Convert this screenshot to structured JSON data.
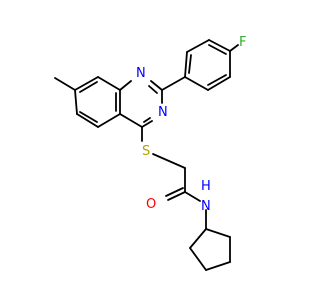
{
  "molecule": {
    "atoms": {
      "fluorine": "F",
      "nitrogen_top": "N",
      "nitrogen_mid": "N",
      "sulfur": "S",
      "oxygen": "O",
      "amide_n": "N",
      "amide_h": "H"
    },
    "colors": {
      "bond": "#000000",
      "N": "#0000ff",
      "S": "#b8a000",
      "O": "#ff0000",
      "F": "#33aa33"
    }
  }
}
